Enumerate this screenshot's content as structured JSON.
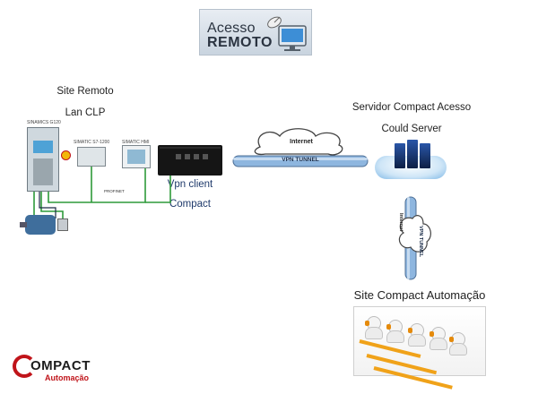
{
  "banner": {
    "line1": "Acesso",
    "line2": "REMOTO"
  },
  "site": {
    "title": "Site Remoto",
    "subtitle": "Lan CLP"
  },
  "vpn_client": {
    "line1": "Vpn client",
    "line2": "Compact"
  },
  "tunnel_horizontal": {
    "cloud_label": "Internet",
    "pipe_label": "VPN TUNNEL"
  },
  "tunnel_vertical": {
    "cloud_label": "Internet",
    "pipe_label": "VPN TUNNEL"
  },
  "server": {
    "line1": "Servidor Compact Acesso",
    "line2": "Could Server"
  },
  "destination": {
    "title": "Site Compact Automação"
  },
  "equipment": {
    "drive_tag": "SINAMICS G120",
    "plc_tag": "SIMATIC S7-1200",
    "hmi_tag": "SIMATIC HMI",
    "network_tag": "PROFINET"
  },
  "logo": {
    "word": "OMPACT",
    "sub": "Automação"
  },
  "colors": {
    "cable": "#2e9a3a",
    "pipe": "#8eb6df",
    "accent_red": "#c0141a",
    "text_blue": "#1f3a6b"
  }
}
